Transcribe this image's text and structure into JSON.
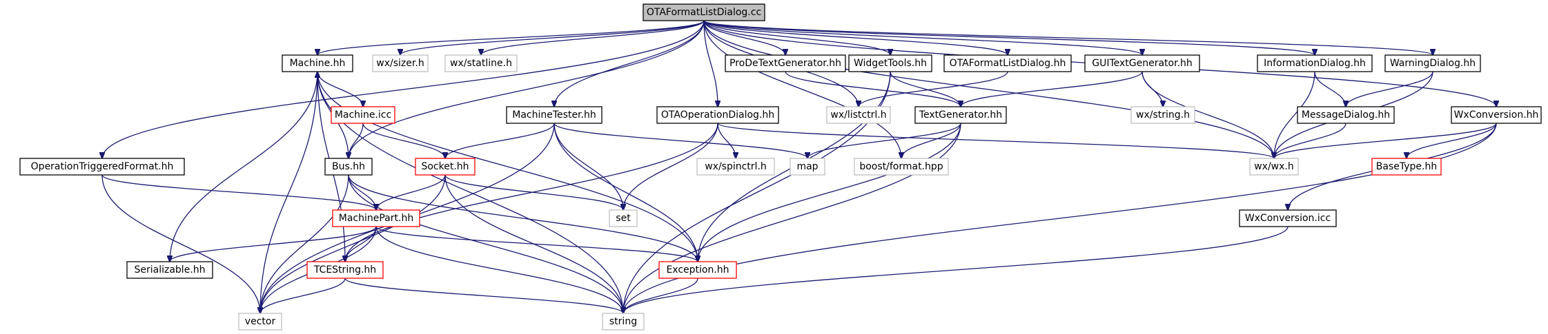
{
  "colors": {
    "edge": "#191970",
    "root_fill": "#bfbfbf",
    "documented_border": "#000000",
    "truncated_border": "#ff0000",
    "external_border": "#bfbfbf",
    "text": "#000000"
  },
  "root": "OTAFormatListDialog.cc",
  "nodes": [
    {
      "id": "root",
      "label": "OTAFormatListDialog.cc",
      "kind": "root"
    },
    {
      "id": "machine_hh",
      "label": "Machine.hh",
      "kind": "documented"
    },
    {
      "id": "wx_sizer",
      "label": "wx/sizer.h",
      "kind": "external"
    },
    {
      "id": "wx_statline",
      "label": "wx/statline.h",
      "kind": "external"
    },
    {
      "id": "prode",
      "label": "ProDeTextGenerator.hh",
      "kind": "documented"
    },
    {
      "id": "widgettools",
      "label": "WidgetTools.hh",
      "kind": "documented"
    },
    {
      "id": "otaformatlist_hh",
      "label": "OTAFormatListDialog.hh",
      "kind": "documented"
    },
    {
      "id": "guitext",
      "label": "GUITextGenerator.hh",
      "kind": "documented"
    },
    {
      "id": "infodialog",
      "label": "InformationDialog.hh",
      "kind": "documented"
    },
    {
      "id": "warndialog",
      "label": "WarningDialog.hh",
      "kind": "documented"
    },
    {
      "id": "machine_icc",
      "label": "Machine.icc",
      "kind": "truncated"
    },
    {
      "id": "machinetester",
      "label": "MachineTester.hh",
      "kind": "documented"
    },
    {
      "id": "otaop",
      "label": "OTAOperationDialog.hh",
      "kind": "documented"
    },
    {
      "id": "wx_listctrl",
      "label": "wx/listctrl.h",
      "kind": "external"
    },
    {
      "id": "textgen",
      "label": "TextGenerator.hh",
      "kind": "documented"
    },
    {
      "id": "wx_string",
      "label": "wx/string.h",
      "kind": "external"
    },
    {
      "id": "msgdialog",
      "label": "MessageDialog.hh",
      "kind": "documented"
    },
    {
      "id": "wxconv_hh",
      "label": "WxConversion.hh",
      "kind": "documented"
    },
    {
      "id": "optrig",
      "label": "OperationTriggeredFormat.hh",
      "kind": "documented"
    },
    {
      "id": "bus",
      "label": "Bus.hh",
      "kind": "documented"
    },
    {
      "id": "socket",
      "label": "Socket.hh",
      "kind": "truncated"
    },
    {
      "id": "wx_spinctrl",
      "label": "wx/spinctrl.h",
      "kind": "external"
    },
    {
      "id": "map",
      "label": "map",
      "kind": "external"
    },
    {
      "id": "boostformat",
      "label": "boost/format.hpp",
      "kind": "external"
    },
    {
      "id": "wx_wx",
      "label": "wx/wx.h",
      "kind": "external"
    },
    {
      "id": "basetype",
      "label": "BaseType.hh",
      "kind": "truncated"
    },
    {
      "id": "set",
      "label": "set",
      "kind": "external"
    },
    {
      "id": "machinepart",
      "label": "MachinePart.hh",
      "kind": "truncated"
    },
    {
      "id": "serializable",
      "label": "Serializable.hh",
      "kind": "documented"
    },
    {
      "id": "tcestring",
      "label": "TCEString.hh",
      "kind": "truncated"
    },
    {
      "id": "exception",
      "label": "Exception.hh",
      "kind": "truncated"
    },
    {
      "id": "wxconv_icc",
      "label": "WxConversion.icc",
      "kind": "documented"
    },
    {
      "id": "vector",
      "label": "vector",
      "kind": "external"
    },
    {
      "id": "string",
      "label": "string",
      "kind": "external"
    }
  ],
  "edges": [
    [
      "root",
      "machine_hh"
    ],
    [
      "root",
      "wx_sizer"
    ],
    [
      "root",
      "wx_statline"
    ],
    [
      "root",
      "prode"
    ],
    [
      "root",
      "widgettools"
    ],
    [
      "root",
      "otaformatlist_hh"
    ],
    [
      "root",
      "guitext"
    ],
    [
      "root",
      "infodialog"
    ],
    [
      "root",
      "warndialog"
    ],
    [
      "root",
      "wxconv_hh"
    ],
    [
      "root",
      "optrig"
    ],
    [
      "root",
      "bus"
    ],
    [
      "root",
      "machinetester"
    ],
    [
      "root",
      "otaop"
    ],
    [
      "root",
      "wx_listctrl"
    ],
    [
      "root",
      "boostformat"
    ],
    [
      "root",
      "wx_wx"
    ],
    [
      "machine_hh",
      "machine_icc"
    ],
    [
      "machine_hh",
      "serializable"
    ],
    [
      "machine_hh",
      "tcestring"
    ],
    [
      "machine_hh",
      "exception"
    ],
    [
      "machine_hh",
      "vector"
    ],
    [
      "machine_hh",
      "string"
    ],
    [
      "machine_icc",
      "bus"
    ],
    [
      "machine_icc",
      "socket"
    ],
    [
      "bus",
      "machine_hh"
    ],
    [
      "bus",
      "machinepart"
    ],
    [
      "bus",
      "exception"
    ],
    [
      "bus",
      "vector"
    ],
    [
      "bus",
      "string"
    ],
    [
      "socket",
      "machinepart"
    ],
    [
      "socket",
      "set"
    ],
    [
      "socket",
      "vector"
    ],
    [
      "socket",
      "string"
    ],
    [
      "machinepart",
      "serializable"
    ],
    [
      "machinepart",
      "tcestring"
    ],
    [
      "machinepart",
      "exception"
    ],
    [
      "machinepart",
      "vector"
    ],
    [
      "machinepart",
      "string"
    ],
    [
      "tcestring",
      "vector"
    ],
    [
      "tcestring",
      "string"
    ],
    [
      "exception",
      "string"
    ],
    [
      "optrig",
      "machinepart"
    ],
    [
      "optrig",
      "vector"
    ],
    [
      "machinetester",
      "socket"
    ],
    [
      "machinetester",
      "set"
    ],
    [
      "machinetester",
      "map"
    ],
    [
      "machinetester",
      "exception"
    ],
    [
      "machinetester",
      "vector"
    ],
    [
      "otaop",
      "wx_spinctrl"
    ],
    [
      "otaop",
      "set"
    ],
    [
      "otaop",
      "tcestring"
    ],
    [
      "otaop",
      "wx_wx"
    ],
    [
      "prode",
      "textgen"
    ],
    [
      "widgettools",
      "textgen"
    ],
    [
      "widgettools",
      "exception"
    ],
    [
      "widgettools",
      "string"
    ],
    [
      "otaformatlist_hh",
      "wx_listctrl"
    ],
    [
      "guitext",
      "textgen"
    ],
    [
      "guitext",
      "wx_string"
    ],
    [
      "guitext",
      "wx_wx"
    ],
    [
      "textgen",
      "map"
    ],
    [
      "textgen",
      "boostformat"
    ],
    [
      "textgen",
      "exception"
    ],
    [
      "textgen",
      "string"
    ],
    [
      "infodialog",
      "msgdialog"
    ],
    [
      "infodialog",
      "wx_wx"
    ],
    [
      "warndialog",
      "msgdialog"
    ],
    [
      "warndialog",
      "wx_wx"
    ],
    [
      "msgdialog",
      "wx_wx"
    ],
    [
      "wxconv_hh",
      "wx_wx"
    ],
    [
      "wxconv_hh",
      "basetype"
    ],
    [
      "wxconv_hh",
      "wxconv_icc"
    ],
    [
      "wxconv_hh",
      "string"
    ],
    [
      "wxconv_icc",
      "string"
    ]
  ]
}
